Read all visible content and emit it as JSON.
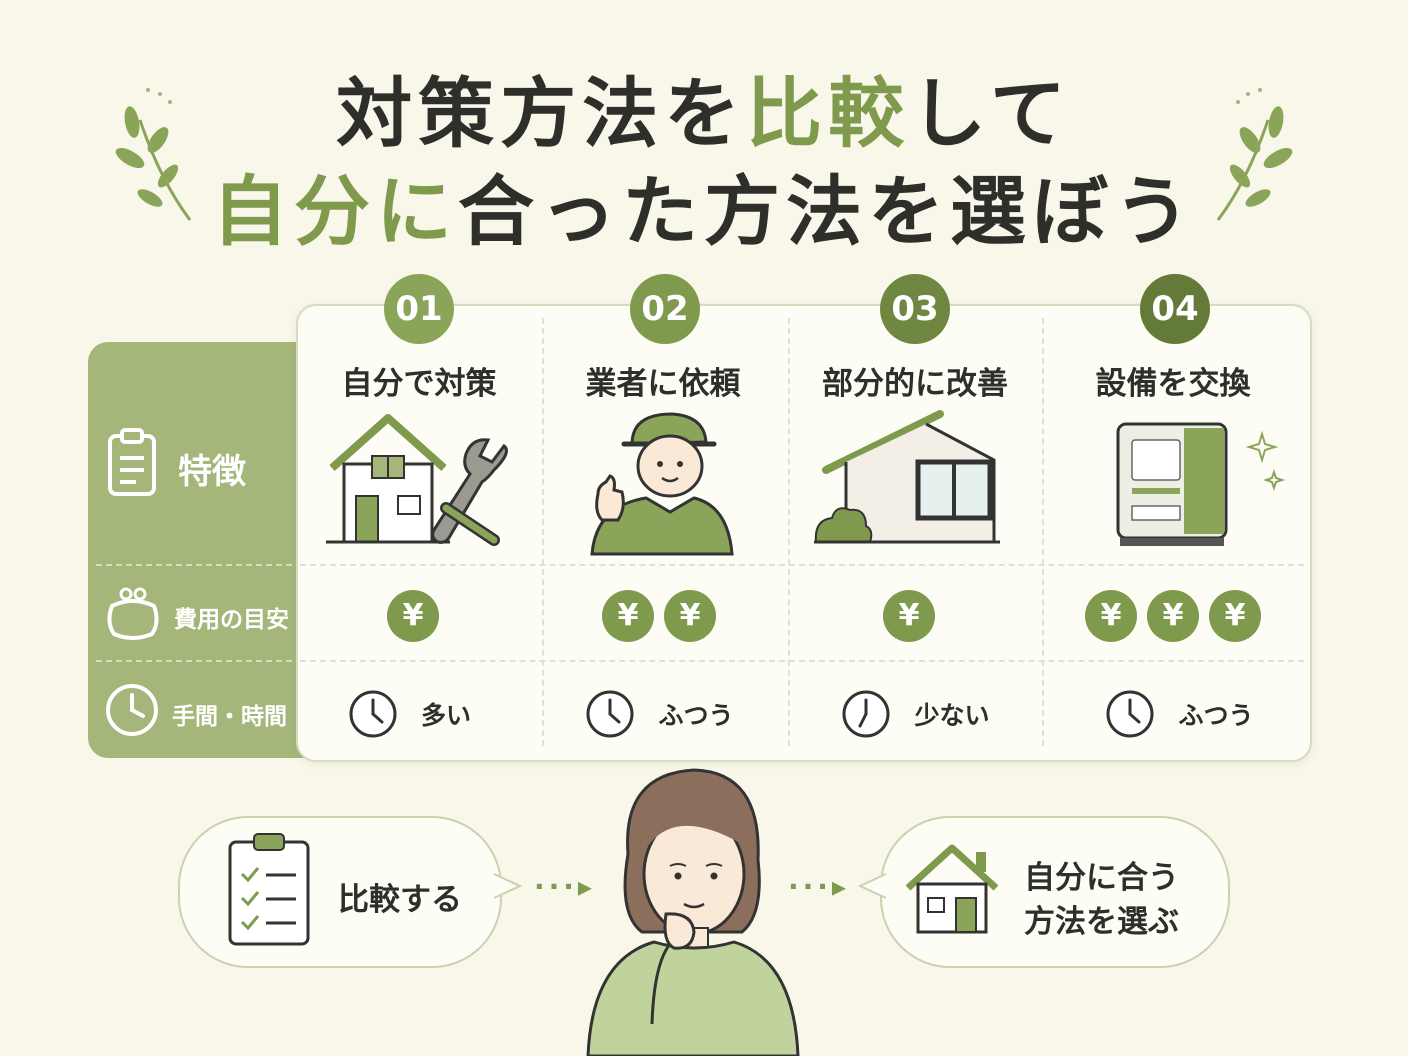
{
  "title": {
    "line1_a": "対策方法を",
    "line1_b": "比較",
    "line1_c": "して",
    "line2_a": "自分に",
    "line2_b": "合った方法を選ぼう"
  },
  "rows": {
    "feature": "特徴",
    "cost": "費用の目安",
    "effort": "手間・時間"
  },
  "columns": [
    {
      "num": "01",
      "title": "自分で対策",
      "yen_count": 1,
      "effort": "多い"
    },
    {
      "num": "02",
      "title": "業者に依頼",
      "yen_count": 2,
      "effort": "ふつう"
    },
    {
      "num": "03",
      "title": "部分的に改善",
      "yen_count": 1,
      "effort": "少ない"
    },
    {
      "num": "04",
      "title": "設備を交換",
      "yen_count": 3,
      "effort": "ふつう"
    }
  ],
  "yen_symbol": "¥",
  "flow": {
    "compare": "比較する",
    "choose_line1": "自分に合う",
    "choose_line2": "方法を選ぶ",
    "arrow": "···▸"
  },
  "colors": {
    "accent": "#7f9a4c",
    "accent_dark": "#6f8740",
    "sidebar": "#a5b67b",
    "background": "#f8f7ea"
  }
}
